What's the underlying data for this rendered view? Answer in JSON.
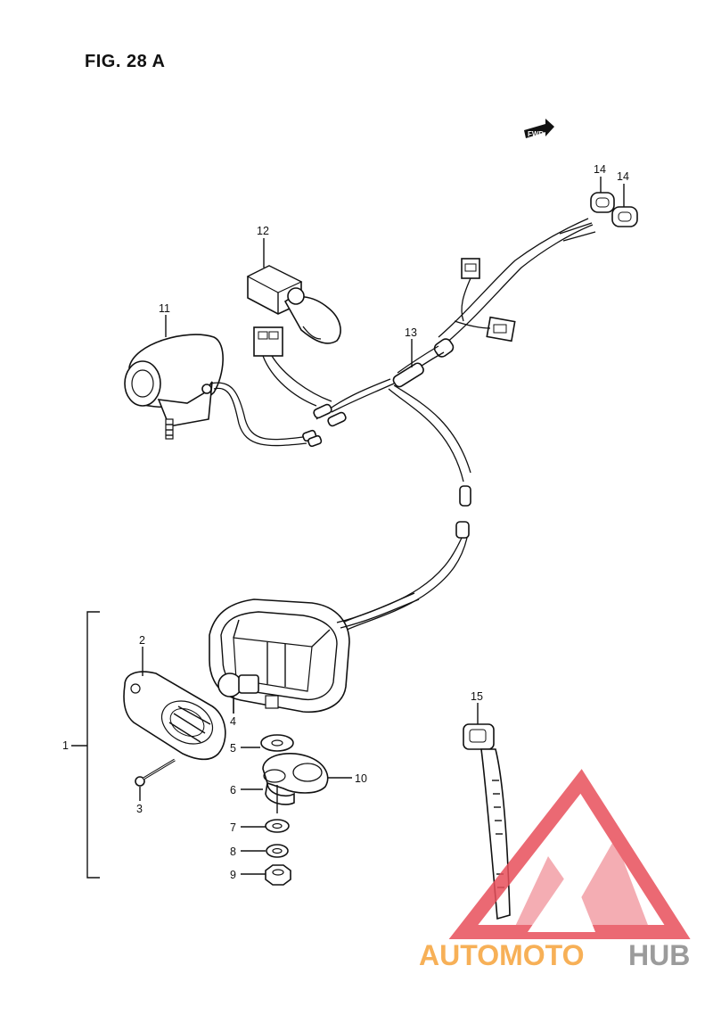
{
  "figure": {
    "title": "FIG. 28 A"
  },
  "direction_marker": {
    "label": "FWD"
  },
  "callouts": [
    {
      "id": "c1",
      "text": "1"
    },
    {
      "id": "c2",
      "text": "2"
    },
    {
      "id": "c3",
      "text": "3"
    },
    {
      "id": "c4",
      "text": "4"
    },
    {
      "id": "c5",
      "text": "5"
    },
    {
      "id": "c6",
      "text": "6"
    },
    {
      "id": "c7",
      "text": "7"
    },
    {
      "id": "c8",
      "text": "8"
    },
    {
      "id": "c9",
      "text": "9"
    },
    {
      "id": "c10",
      "text": "10"
    },
    {
      "id": "c11",
      "text": "11"
    },
    {
      "id": "c12",
      "text": "12"
    },
    {
      "id": "c13",
      "text": "13"
    },
    {
      "id": "c14a",
      "text": "14"
    },
    {
      "id": "c14b",
      "text": "14"
    },
    {
      "id": "c15",
      "text": "15"
    }
  ],
  "watermark": {
    "text_colored": "AUTOMOTO",
    "text_gray": "HUB",
    "colors": {
      "red": "#e8505b",
      "orange": "#f6a33a",
      "gray": "#8a8a8a"
    }
  }
}
